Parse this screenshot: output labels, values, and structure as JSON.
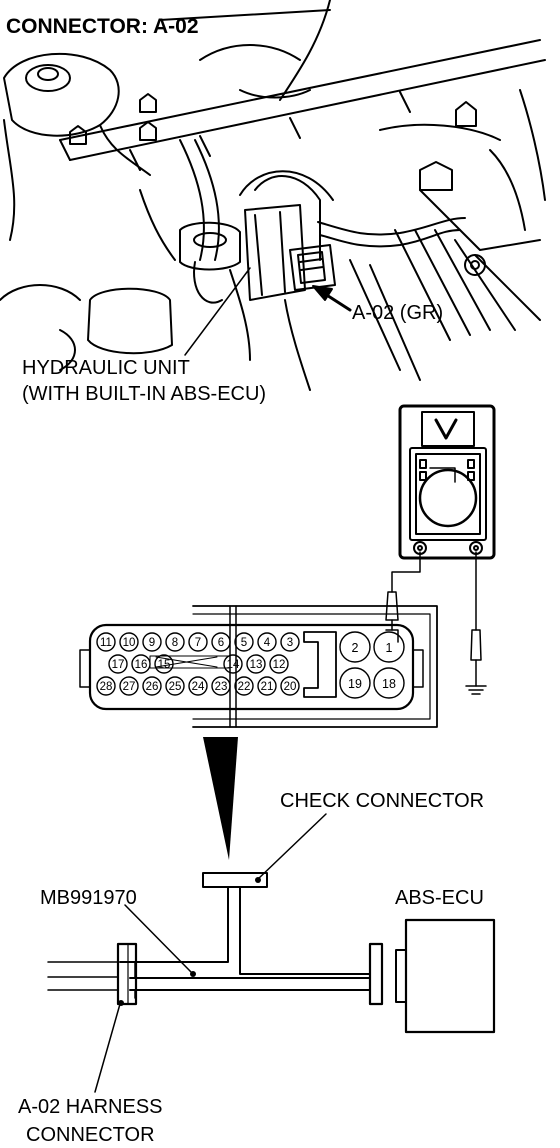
{
  "title": "CONNECTOR: A-02",
  "photo": {
    "hydraulic_unit_line1": "HYDRAULIC UNIT",
    "hydraulic_unit_line2": "(WITH BUILT-IN ABS-ECU)",
    "connector_callout": "A-02 (GR)"
  },
  "meter": {
    "display_symbol": "V"
  },
  "connector_pins": {
    "row1": [
      "11",
      "10",
      "9",
      "8",
      "7",
      "6",
      "5",
      "4",
      "3"
    ],
    "row2": [
      "17",
      "16",
      "15",
      "14",
      "13",
      "12"
    ],
    "row3": [
      "28",
      "27",
      "26",
      "25",
      "24",
      "23",
      "22",
      "21",
      "20"
    ],
    "large": [
      "2",
      "1",
      "19",
      "18"
    ]
  },
  "bottom": {
    "check_connector": "CHECK CONNECTOR",
    "tool": "MB991970",
    "abs_ecu": "ABS-ECU",
    "harness_line1": "A-02 HARNESS",
    "harness_line2": "CONNECTOR"
  }
}
